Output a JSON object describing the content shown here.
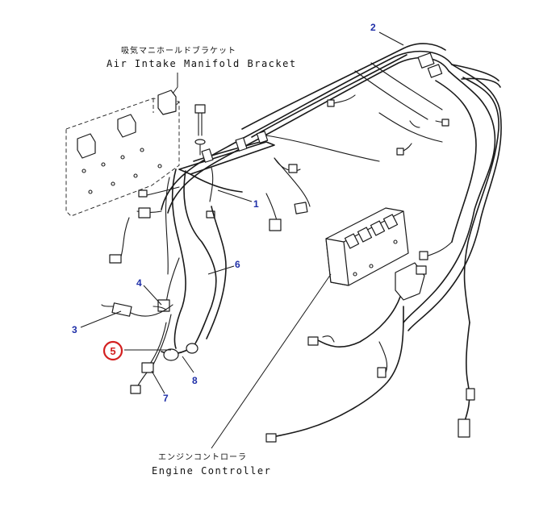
{
  "bracket": {
    "label_jp": "吸気マニホールドブラケット",
    "label_en": "Air Intake Manifold Bracket"
  },
  "controller": {
    "label_jp": "エンジンコントローラ",
    "label_en": "Engine Controller"
  },
  "callouts": {
    "c1": "1",
    "c2": "2",
    "c3": "3",
    "c4": "4",
    "c6": "6",
    "c7": "7",
    "c8": "8"
  },
  "highlighted_callout": "5",
  "colors": {
    "callout_text": "#1f2fa8",
    "highlight": "#d32020",
    "line": "#1a1a1a"
  }
}
